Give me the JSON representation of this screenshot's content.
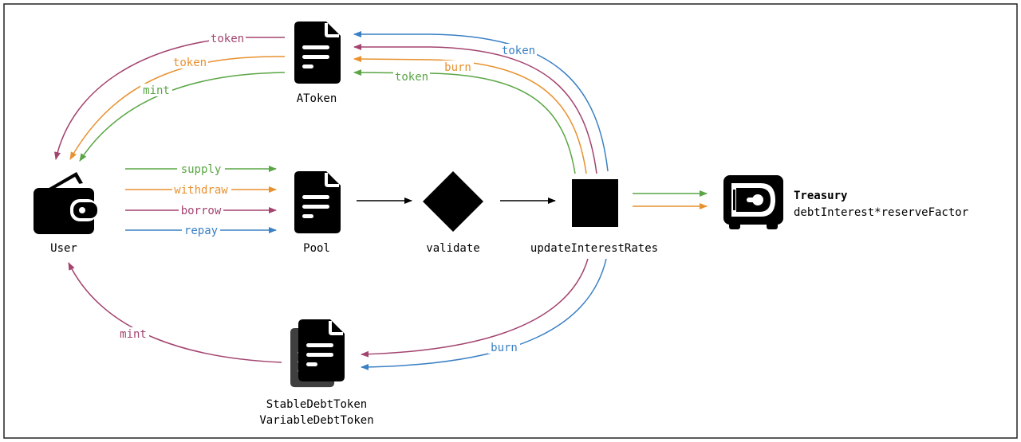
{
  "colors": {
    "green": "#5aa545",
    "orange": "#e8912f",
    "purple": "#a3446f",
    "blue": "#3a80c4",
    "black": "#000000"
  },
  "nodes": {
    "user": "User",
    "pool": "Pool",
    "atoken": "AToken",
    "validate": "validate",
    "update": "updateInterestRates",
    "treasury_title": "Treasury",
    "treasury_formula": "debtInterest*reserveFactor",
    "stable_debt": "StableDebtToken",
    "variable_debt": "VariableDebtToken"
  },
  "edges": {
    "supply": "supply",
    "withdraw": "withdraw",
    "borrow": "borrow",
    "repay": "repay",
    "atoken_to_user_purple": "token",
    "atoken_to_user_orange": "token",
    "atoken_to_user_green": "mint",
    "update_to_atoken_blue": "token",
    "update_to_atoken_orange": "burn",
    "update_to_atoken_green": "token",
    "update_to_debt_blue": "burn",
    "debt_to_user_purple": "mint"
  }
}
